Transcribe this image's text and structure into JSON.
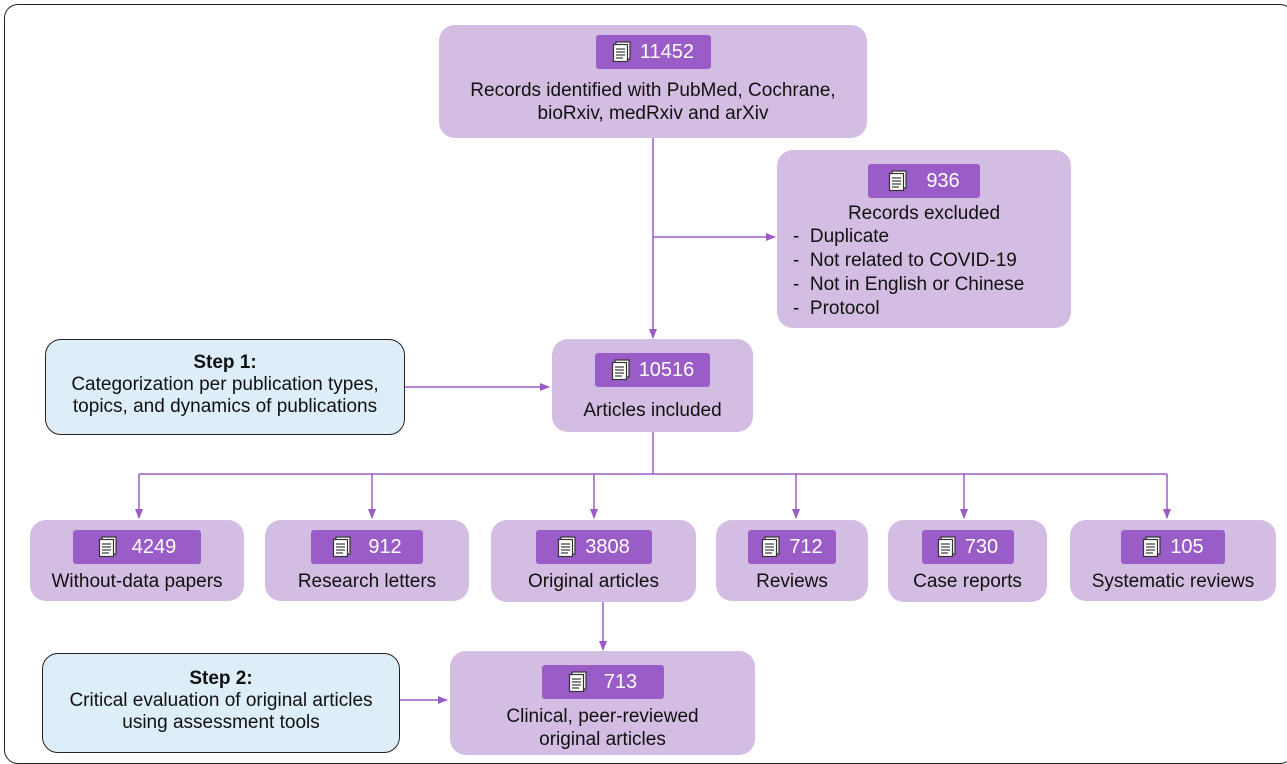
{
  "identified": {
    "count": "11452",
    "label": "Records identified with PubMed, Cochrane, bioRxiv, medRxiv and arXiv"
  },
  "excluded": {
    "count": "936",
    "label": "Records excluded",
    "reasons": [
      "Duplicate",
      "Not related to COVID-19",
      "Not in English or Chinese",
      "Protocol"
    ]
  },
  "included": {
    "count": "10516",
    "label": "Articles included"
  },
  "step1": {
    "title": "Step 1:",
    "text": "Categorization per publication types, topics, and dynamics of publications"
  },
  "categories": [
    {
      "count": "4249",
      "label": "Without-data papers"
    },
    {
      "count": "912",
      "label": "Research letters"
    },
    {
      "count": "3808",
      "label": "Original articles"
    },
    {
      "count": "712",
      "label": "Reviews"
    },
    {
      "count": "730",
      "label": "Case reports"
    },
    {
      "count": "105",
      "label": "Systematic reviews"
    }
  ],
  "step2": {
    "title": "Step 2:",
    "text": "Critical evaluation of original articles using assessment tools"
  },
  "clinical": {
    "count": "713",
    "label": "Clinical, peer-reviewed original articles"
  },
  "colors": {
    "node": "#d4bde2",
    "badge": "#9a5dc8",
    "step": "#ddeef8",
    "arrow": "#9a5dc8"
  },
  "icon": "document-stack-icon"
}
